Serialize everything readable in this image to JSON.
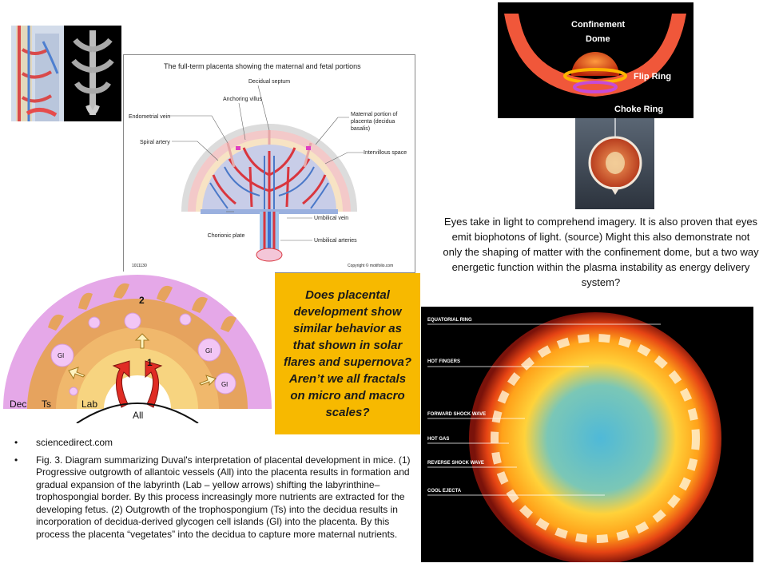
{
  "placenta_diagram": {
    "title": "The full-term placenta showing the maternal and fetal portions",
    "labels": {
      "decidual_septum": "Decidual septum",
      "anchoring_villus": "Anchoring villus",
      "endometrial_vein": "Endometrial vein",
      "spiral_artery": "Spiral artery",
      "maternal_portion": "Maternal portion of placenta (decidua basalis)",
      "intervillous_space": "Intervillous space",
      "chorionic_plate": "Chorionic plate",
      "umbilical_vein": "Umbilical vein",
      "umbilical_arteries": "Umbilical arteries",
      "figure_id": "1011130",
      "copyright": "Copyright © motifolio.com"
    }
  },
  "confinement_dome": {
    "confinement": "Confinement",
    "dome": "Dome",
    "flip_ring": "Flip Ring",
    "choke_ring": "Choke Ring"
  },
  "eye_caption": "Eyes take in light to  comprehend  imagery. It is also proven that eyes emit biophotons of light.  (source)  Might this also demonstrate not only the shaping of matter with the confinement  dome, but a two way energetic function within the plasma instability as energy delivery system?",
  "question_box": "Does placental development show similar behavior as that shown in solar flares and supernova? Aren’t we all fractals on micro and macro scales?",
  "duval_diagram": {
    "label_2": "2",
    "label_1": "1",
    "gl": "Gl",
    "dec": "Dec",
    "ts": "Ts",
    "lab": "Lab",
    "all": "All"
  },
  "supernova": {
    "equatorial_ring": "EQUATORIAL RING",
    "hot_fingers": "HOT FINGERS",
    "forward_shock_wave": "FORWARD SHOCK WAVE",
    "hot_gas": "HOT GAS",
    "reverse_shock_wave": "REVERSE SHOCK WAVE",
    "cool_ejecta": "COOL EJECTA"
  },
  "bullets": [
    "sciencedirect.com",
    "Fig. 3. Diagram summarizing Duval's interpretation of placental development in mice. (1) Progressive outgrowth of allantoic vessels (All) into the placenta results in formation and gradual expansion of the labyrinth (Lab – yellow arrows) shifting the labyrinthine–trophospongial border. By this process increasingly more nutrients are extracted for the developing fetus. (2) Outgrowth of the trophospongium (Ts) into the decidua results in incorporation of decidua-derived glycogen cell islands (Gl) into the placenta. By this process the placenta “vegetates” into the decidua to capture more maternal nutrients."
  ]
}
